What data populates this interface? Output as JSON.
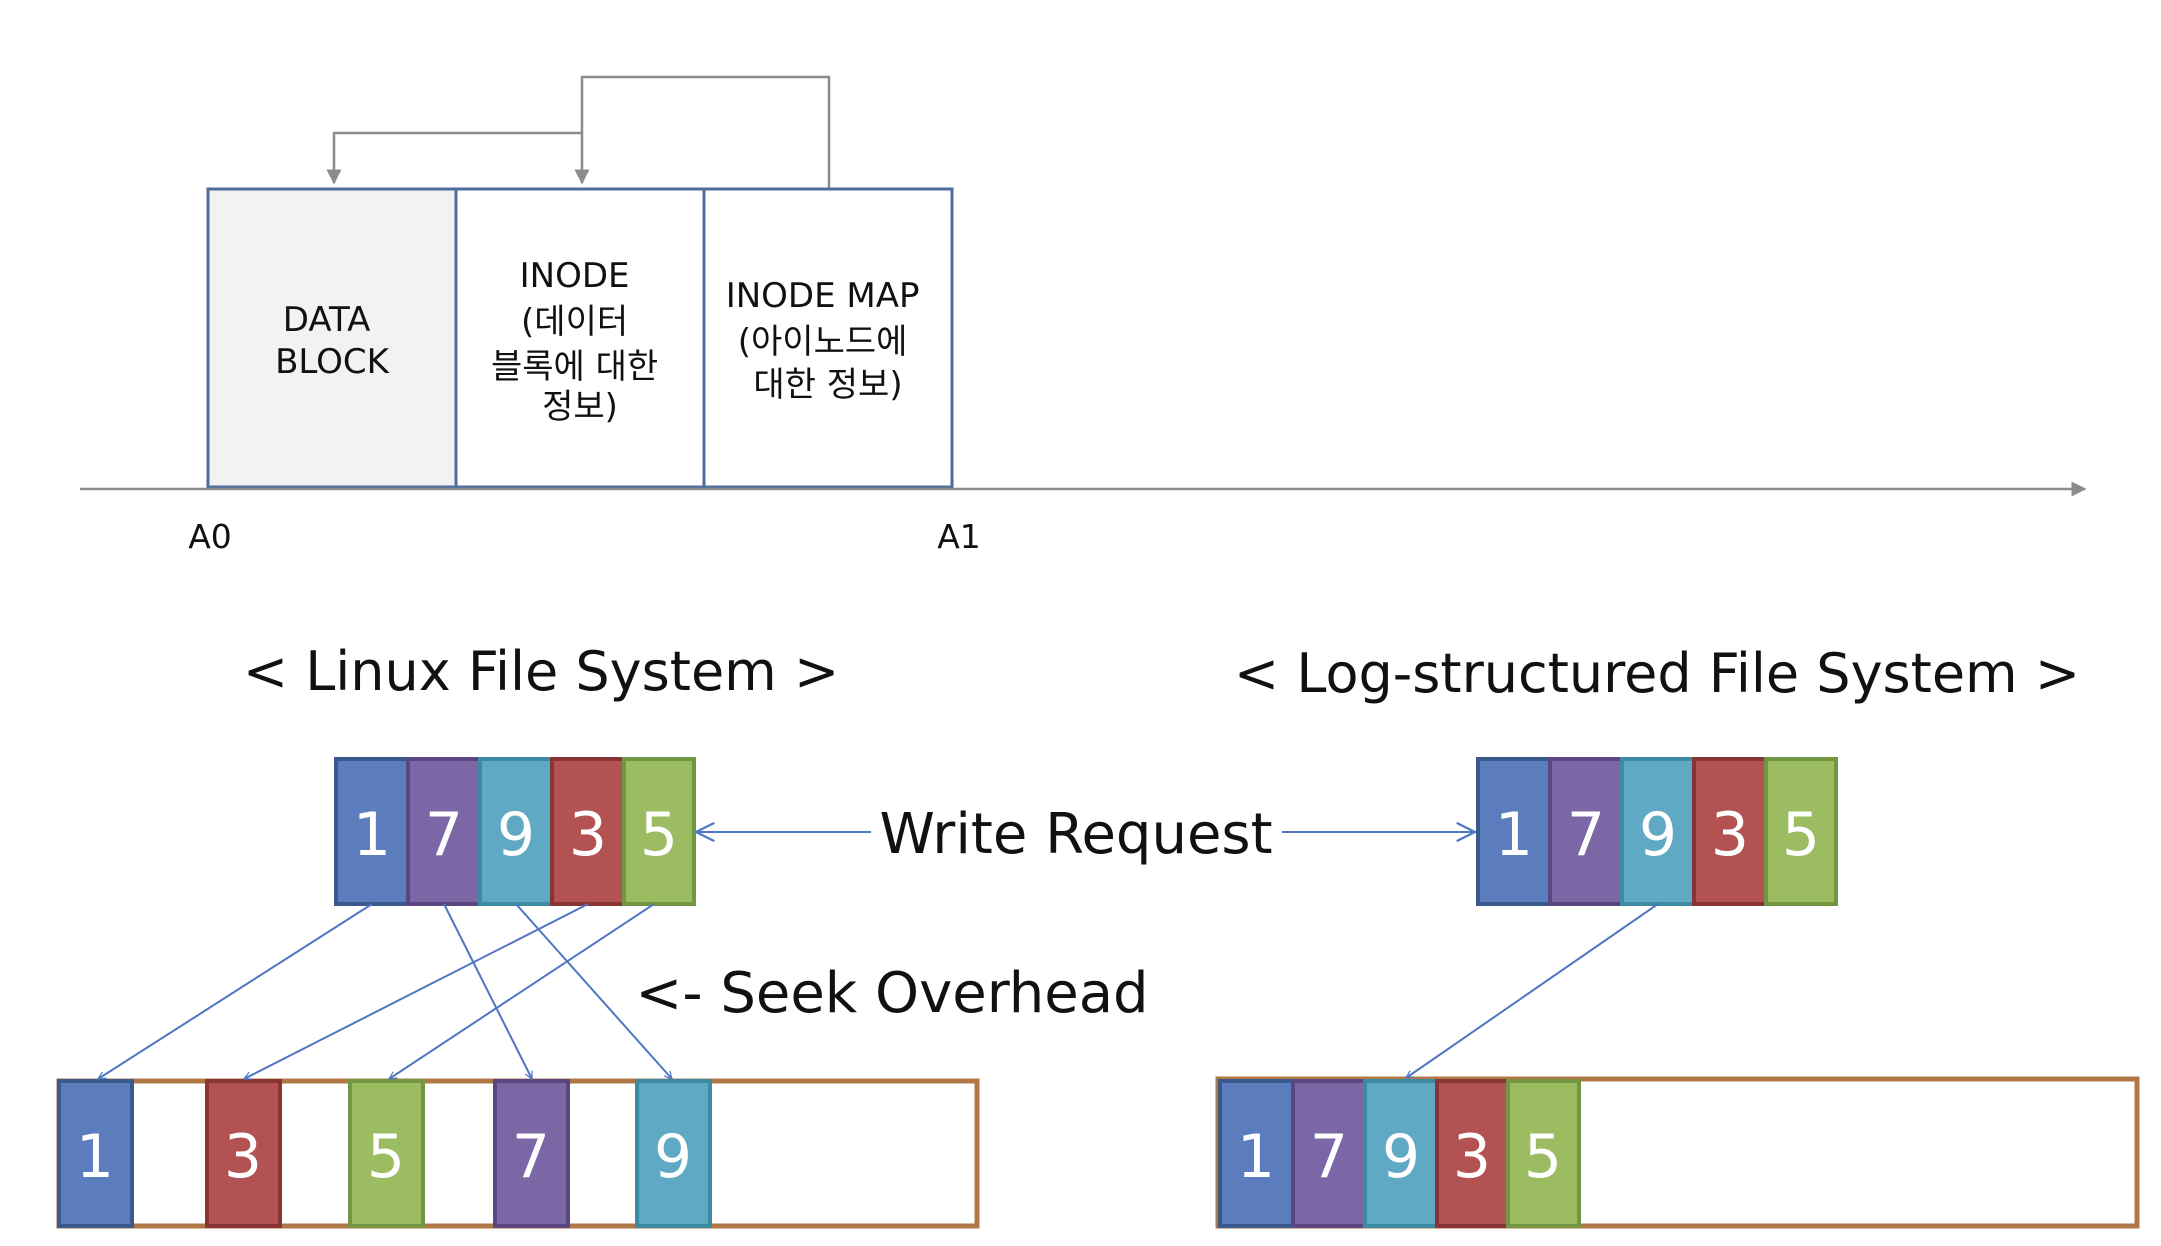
{
  "colors": {
    "c1": "#5b7dbd",
    "c7": "#7b67a6",
    "c9": "#60a9c4",
    "c3": "#b35252",
    "c5": "#9bbc61",
    "disk_border": "#b07847",
    "region_border": "#4e6c9c",
    "data_fill": "#f2f2f2",
    "arrow_blue": "#4f76c2",
    "arrow_gray": "#8c8c8c"
  },
  "layout_top": {
    "data_block": [
      "DATA",
      "BLOCK"
    ],
    "inode": [
      "INODE",
      "(데이터",
      "블록에 대한",
      "정보)"
    ],
    "inode_map": [
      "INODE MAP",
      "(아이노드에",
      "대한 정보)"
    ],
    "axis_start": "A0",
    "axis_end": "A1"
  },
  "linux_fs": {
    "title": "< Linux File System >",
    "request_blocks": [
      "1",
      "7",
      "9",
      "3",
      "5"
    ],
    "disk_blocks": [
      "1",
      "3",
      "5",
      "7",
      "9"
    ]
  },
  "log_fs": {
    "title": "< Log-structured File System >",
    "request_blocks": [
      "1",
      "7",
      "9",
      "3",
      "5"
    ],
    "disk_blocks": [
      "1",
      "7",
      "9",
      "3",
      "5"
    ]
  },
  "write_request_label": "Write Request",
  "seek_overhead_label": "<- Seek Overhead"
}
